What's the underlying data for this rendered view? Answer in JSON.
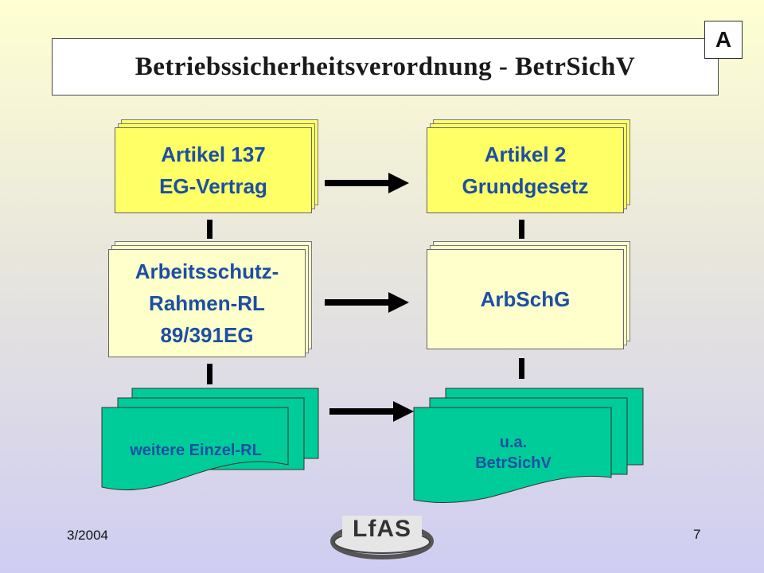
{
  "title": "Betriebssicherheitsverordnung - BetrSichV",
  "badge": "A",
  "boxes": {
    "artikel137": [
      "Artikel 137",
      "EG-Vertrag"
    ],
    "artikel2": [
      "Artikel 2",
      "Grundgesetz"
    ],
    "rahmen": [
      "Arbeitsschutz-",
      "Rahmen-RL",
      "89/391EG"
    ],
    "arbschg": [
      "ArbSchG"
    ]
  },
  "documents": {
    "left": [
      "weitere Einzel-RL"
    ],
    "right": [
      "u.a.",
      "BetrSichV"
    ]
  },
  "footer": {
    "date": "3/2004",
    "page": "7",
    "logo": "LfAS"
  },
  "colors": {
    "box_yellow": "#ffff66",
    "box_cream": "#ffffcc",
    "doc_green": "#00cc99",
    "text_blue": "#1c4fa3"
  }
}
